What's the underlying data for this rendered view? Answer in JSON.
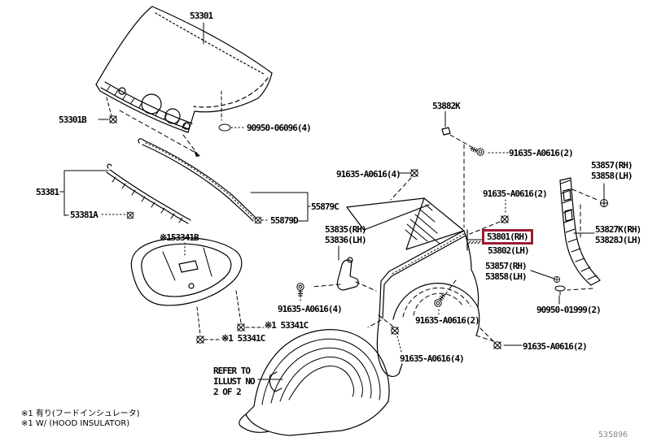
{
  "highlight_color": "#9e1b32",
  "parts": {
    "hood": "53301",
    "hood_clip": "53301B",
    "hood_fastener": "90950-06096(4)",
    "cowl_seal": "53381",
    "cowl_seal_clip": "53381A",
    "hood_seal": "55879C",
    "hood_seal_end": "55879D",
    "protector": "53882K",
    "screw_2_protector": "91635-A0616(2)",
    "screw_4_apron_top": "91635-A0616(4)",
    "screw_2_fender_top": "91635-A0616(2)",
    "brace_upper_rh": "53857(RH)",
    "brace_upper_lh": "53858(LH)",
    "apron_seal_rh": "53835(RH)",
    "apron_seal_lh": "53836(LH)",
    "fender_rh": "53801(RH)",
    "fender_lh": "53802(LH)",
    "retainer_rh": "53827K(RH)",
    "retainer_lh": "53828J(LH)",
    "brace_lower_rh": "53857(RH)",
    "brace_lower_lh": "53858(LH)",
    "retainer_clip": "90950-01999(2)",
    "screw_4_apron_left": "91635-A0616(4)",
    "screw_2_fender_mid": "91635-A0616(2)",
    "screw_4_liner": "91635-A0616(4)",
    "screw_2_fender_lower": "91635-A0616(2)",
    "insulator": "※153341B",
    "insulator_clip_a": "※1 53341C",
    "insulator_clip_b": "※1 53341C"
  },
  "refer_note": {
    "line1": "REFER TO",
    "line2": "ILLUST NO",
    "line3": "2 OF 2"
  },
  "footnotes": {
    "jp": "※1 有り(フードインシュレータ)",
    "en": "※1 W/ (HOOD INSULATOR)"
  },
  "drawing_number": "535896"
}
